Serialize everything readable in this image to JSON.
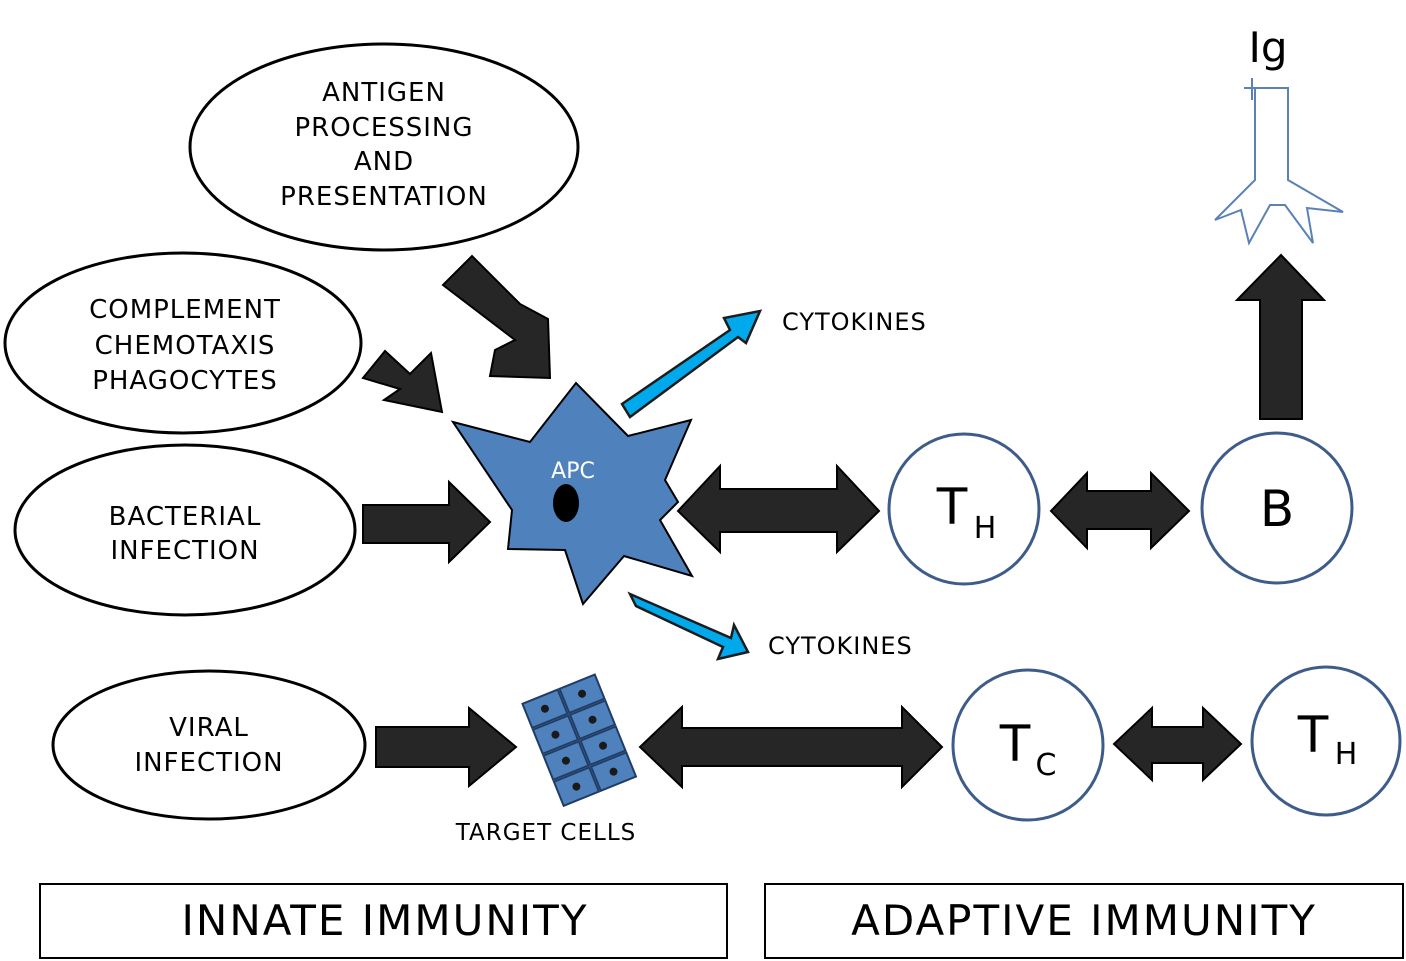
{
  "innate_inputs": {
    "antigen_processing": [
      "ANTIGEN",
      "PROCESSING",
      "AND",
      "PRESENTATION"
    ],
    "complement": [
      "COMPLEMENT",
      "CHEMOTAXIS",
      "PHAGOCYTES"
    ],
    "bacterial": [
      "BACTERIAL",
      "INFECTION"
    ],
    "viral": [
      "VIRAL",
      "INFECTION"
    ]
  },
  "apc_label": "APC",
  "cytokines_top": "CYTOKINES",
  "cytokines_bottom": "CYTOKINES",
  "target_cells_label": "TARGET CELLS",
  "cells": {
    "th_top": {
      "main": "T",
      "sub": "H"
    },
    "b": {
      "main": "B"
    },
    "tc": {
      "main": "T",
      "sub": "C"
    },
    "th_bottom": {
      "main": "T",
      "sub": "H"
    }
  },
  "ig_label": "Ig",
  "footer": {
    "innate": "INNATE IMMUNITY",
    "adaptive": "ADAPTIVE IMMUNITY"
  },
  "colors": {
    "apc_fill": "#4f81bd",
    "cytokine_arrow": "#00a9ec",
    "dark_arrow": "#262626",
    "cell_outline": "#3d5c8a"
  }
}
